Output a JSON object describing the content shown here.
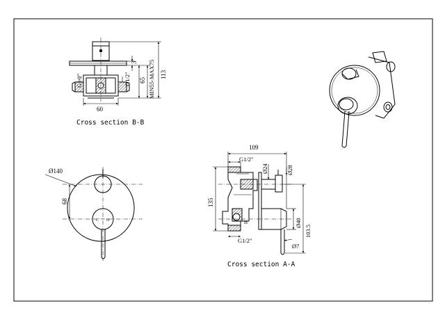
{
  "views": {
    "section_bb": {
      "caption": "Cross section  B-B",
      "dims": {
        "height_total": "113",
        "wall_range": "MIN55-MAX75",
        "inner": "65",
        "plate": "3",
        "width": "60",
        "thread_left": "G1/2\"",
        "thread_right": "G1/2\""
      }
    },
    "front": {
      "dims": {
        "diameter": "Ø140",
        "spacing": "68"
      },
      "markings": {
        "cold": "C",
        "hot": "H"
      }
    },
    "section_aa": {
      "caption": "Cross section  A-A",
      "dims": {
        "width": "109",
        "height": "135",
        "thread_top": "G1/2\"",
        "thread_bottom": "G1/2\"",
        "knob_dia": "Ø24",
        "knob_dia_large": "Ø28",
        "lever_base": "Ø40",
        "lever_dia": "Ø7",
        "projection": "103.5"
      },
      "markings": {
        "hot": "H"
      }
    }
  }
}
